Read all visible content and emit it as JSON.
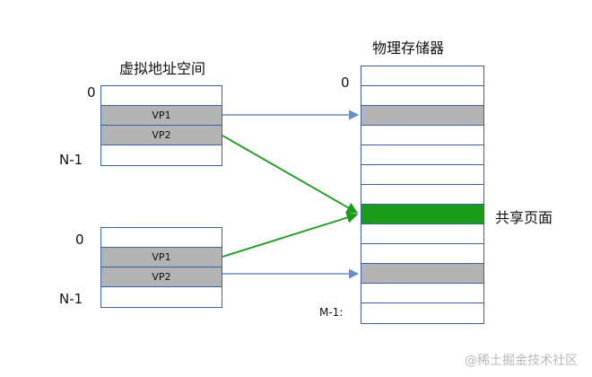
{
  "virtual_title": "虚拟地址空间",
  "physical_title": "物理存储器",
  "top_space": {
    "start_label": "0",
    "end_label": "N-1",
    "cells": [
      "",
      "VP1",
      "VP2",
      ""
    ]
  },
  "bottom_space": {
    "start_label": "0",
    "end_label": "N-1",
    "cells": [
      "",
      "VP1",
      "VP2",
      ""
    ]
  },
  "physical": {
    "start_label": "0",
    "end_label": "M-1:",
    "shared_label": "共享页面"
  },
  "watermark": "@稀土掘金技术社区",
  "colors": {
    "box_border": "#3d5fa3",
    "mapped_page": "#b3b3b3",
    "shared_page": "#1a9c1a",
    "private_arrow": "#6a8cc7",
    "shared_arrow": "#1a9c1a"
  }
}
